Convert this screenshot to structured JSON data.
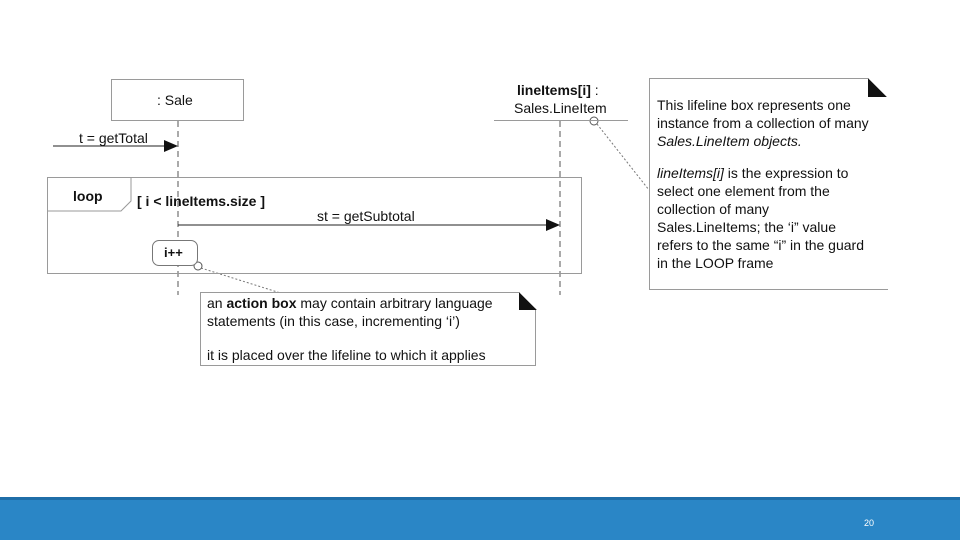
{
  "diagram": {
    "sale_lifeline": ": Sale",
    "lineitem_lifeline_bold": "lineItems[i]",
    "lineitem_lifeline_colon": " :",
    "lineitem_lifeline_class": "Sales.LineItem",
    "incoming_message": "t = getTotal",
    "loop_label": "loop",
    "loop_guard": "[ i < lineItems.size ]",
    "loop_message": "st = getSubtotal",
    "action_box": "i++"
  },
  "note_lifeline": {
    "line1": "This lifeline box represents one",
    "line2": "instance from a collection of many",
    "line3": "Sales.LineItem objects.",
    "line4_italic": "lineItems[i]",
    "line4_rest": " is the expression to",
    "line5": "select one element from the",
    "line6": "collection of many",
    "line7": "Sales.LineItems; the ‘i” value",
    "line8": "refers to the same “i” in the guard",
    "line9": "in the LOOP frame"
  },
  "note_action": {
    "line1_pre": "an ",
    "line1_bold": "action box",
    "line1_post": " may contain arbitrary language",
    "line2": "statements (in this case, incrementing ‘i’)",
    "line3": "it is placed over the lifeline to which it applies"
  },
  "footer": {
    "page_number": "20",
    "color": "#2a86c6"
  }
}
